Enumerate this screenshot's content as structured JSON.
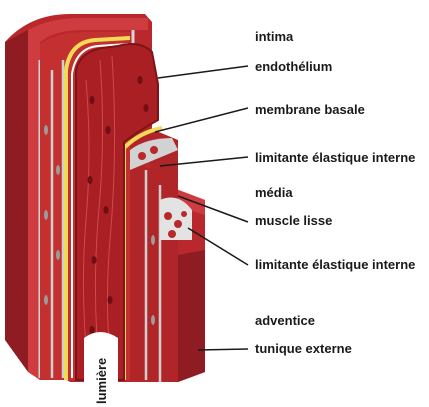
{
  "labels": {
    "intima": "intima",
    "endothelium": "endothélium",
    "basement_membrane": "membrane basale",
    "internal_elastic_1": "limitante élastique interne",
    "media": "média",
    "smooth_muscle": "muscle lisse",
    "internal_elastic_2": "limitante élastique interne",
    "adventitia": "adventice",
    "external_tunic": "tunique externe",
    "lumen": "lumière"
  },
  "colors": {
    "wall_dark": "#8f1c22",
    "wall_mid": "#b8282d",
    "wall_light": "#cf3c3f",
    "yellow_layer": "#f2dc57",
    "elastic_grey": "#c9c9c9",
    "leader_line": "#1a1a1a"
  }
}
